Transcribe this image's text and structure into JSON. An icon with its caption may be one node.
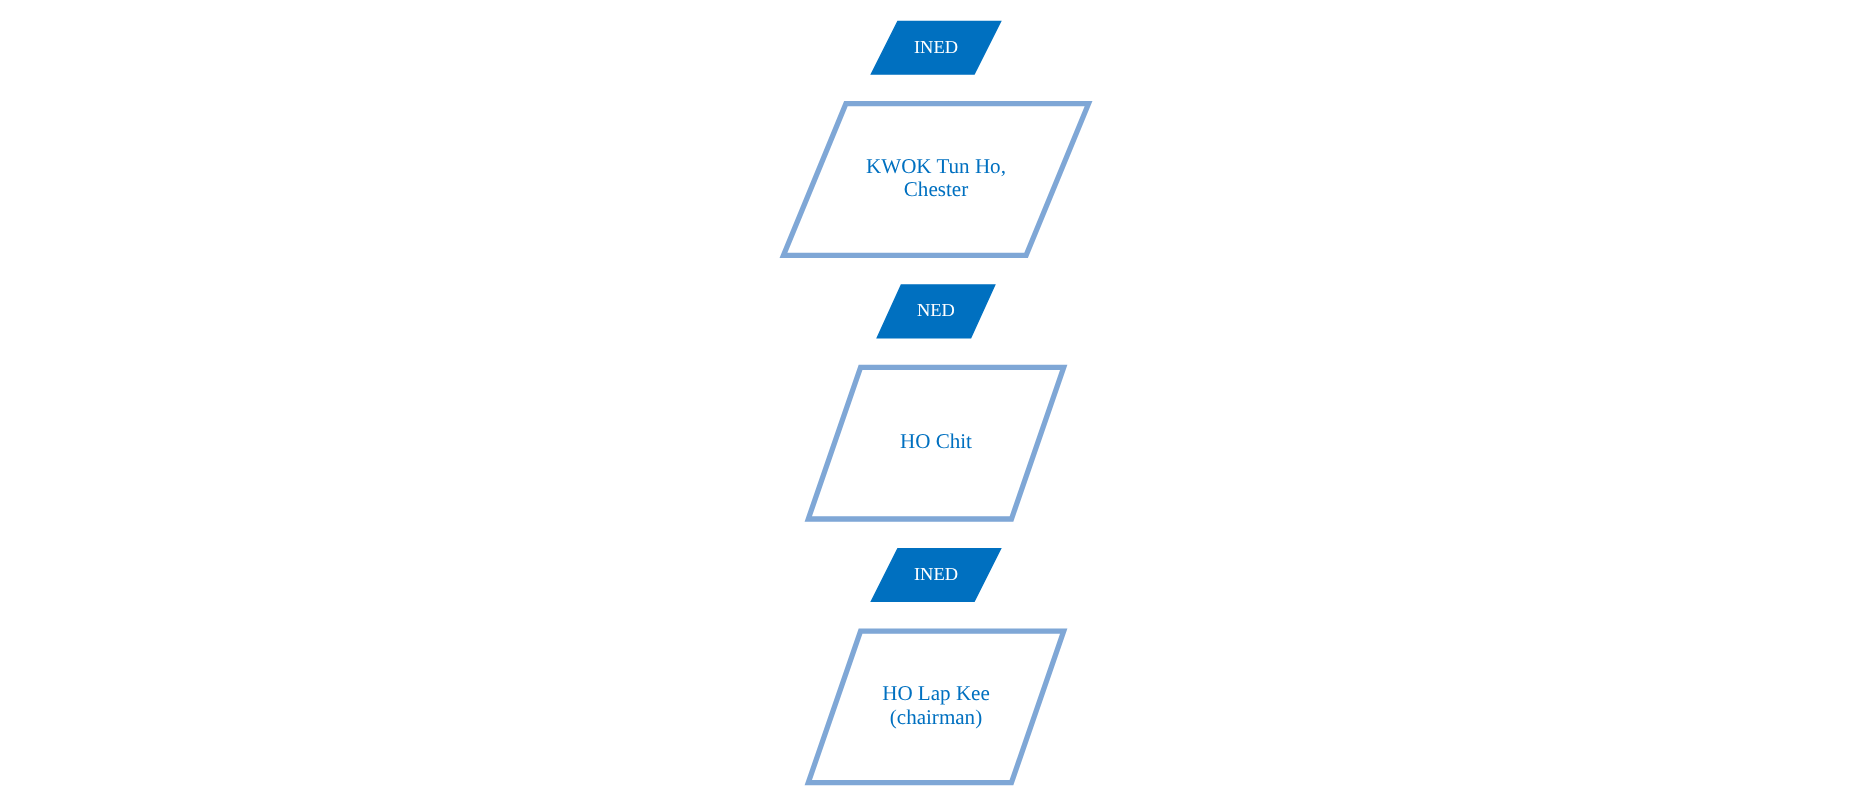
{
  "diagram": {
    "nodes": [
      {
        "text": [
          "HO Lap Kee (chairman)"
        ]
      },
      {
        "text": [
          "INED"
        ]
      },
      {
        "text": [
          "HO Chit"
        ]
      },
      {
        "text": [
          "NED"
        ]
      },
      {
        "text": [
          "KWOK Tun Ho, Chester"
        ]
      },
      {
        "text": [
          "INED"
        ]
      }
    ]
  }
}
